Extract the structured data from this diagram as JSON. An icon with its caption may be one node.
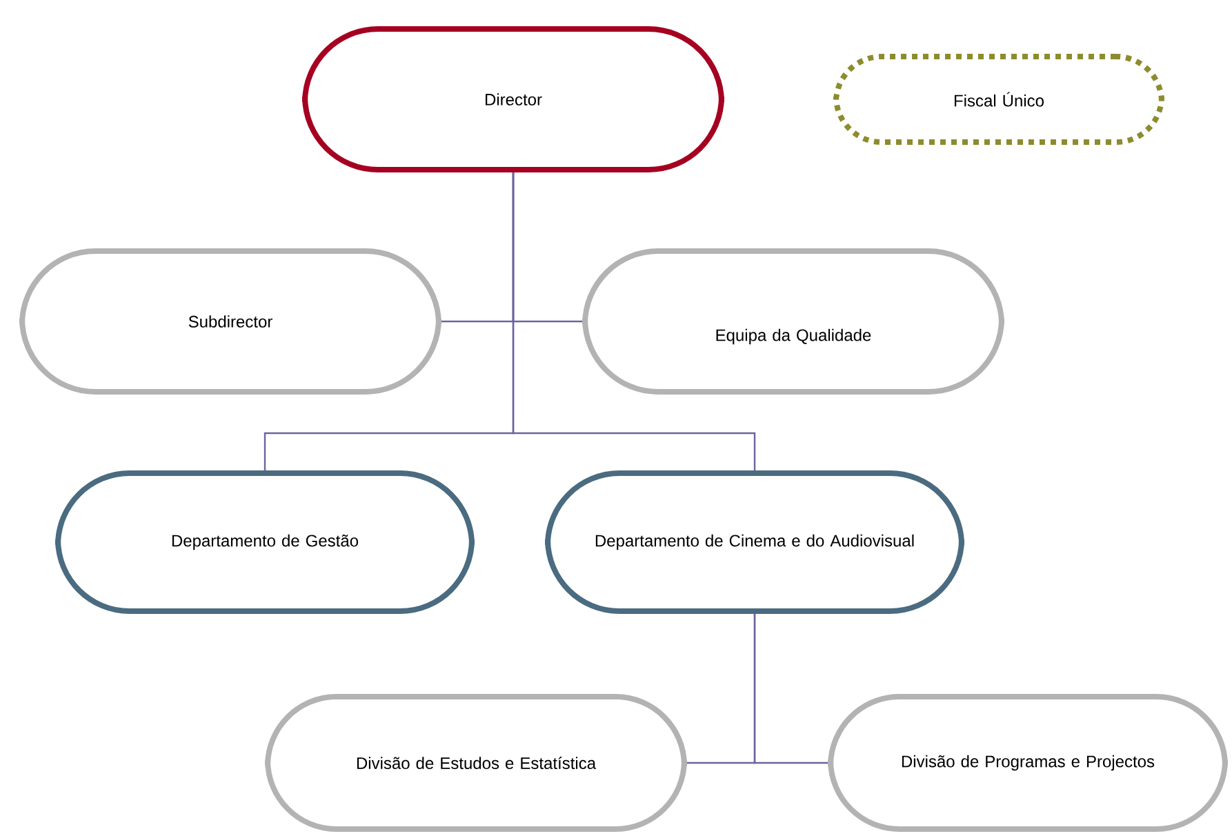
{
  "diagram": {
    "nodes": [
      {
        "text": [
          "Director"
        ]
      },
      {
        "text": [
          "Fiscal Único"
        ]
      },
      {
        "text": [
          "Subdirector"
        ]
      },
      {
        "text": [
          "Equipa da Qualidade"
        ]
      },
      {
        "text": [
          "Departamento de Gestão"
        ]
      },
      {
        "text": [
          "Departamento de Cinema e do Audiovisual"
        ]
      },
      {
        "text": [
          "Divisão de Estudos e Estatística"
        ]
      },
      {
        "text": [
          "Divisão de Programas e Projectos"
        ]
      }
    ],
    "edges": [
      {
        "from": 0,
        "to": 2,
        "arrow": "none"
      },
      {
        "from": 0,
        "to": 3,
        "arrow": "none"
      },
      {
        "from": 0,
        "to": 4,
        "arrow": "none"
      },
      {
        "from": 0,
        "to": 5,
        "arrow": "none"
      },
      {
        "from": 5,
        "to": 6,
        "arrow": "none"
      },
      {
        "from": 5,
        "to": 7,
        "arrow": "none"
      }
    ]
  }
}
